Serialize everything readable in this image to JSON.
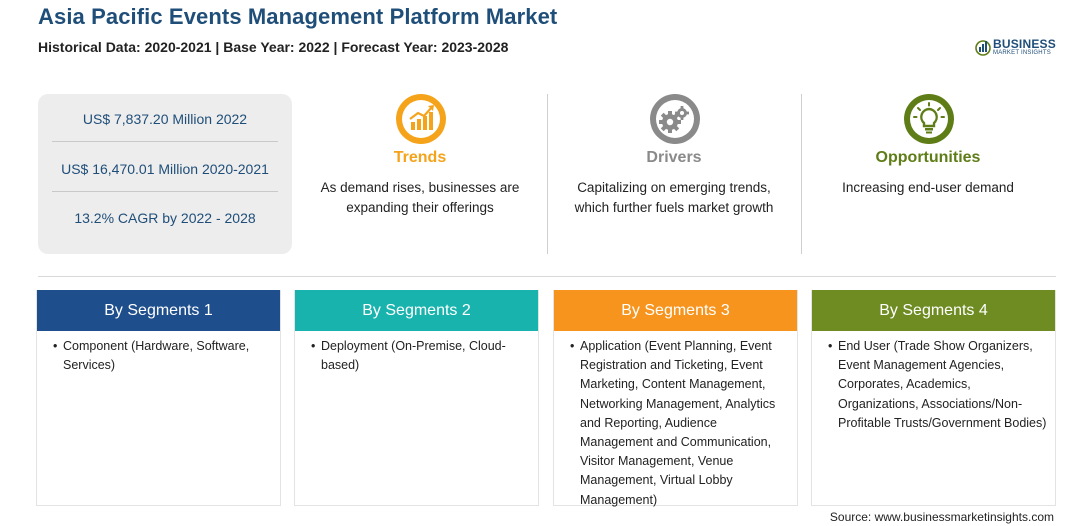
{
  "header": {
    "title": "Asia Pacific Events Management Platform Market",
    "subtitle": "Historical Data: 2020-2021 | Base Year: 2022 | Forecast Year: 2023-2028"
  },
  "logo": {
    "brand": "BUSINESS",
    "tagline": "MARKET INSIGHTS"
  },
  "stats": [
    "US$ 7,837.20 Million 2022",
    "US$ 16,470.01 Million 2020-2021",
    "13.2% CAGR by 2022 - 2028"
  ],
  "panels": [
    {
      "title": "Trends",
      "text": "As demand rises, businesses are expanding their offerings",
      "color": "#f5a31a",
      "icon": "trending-chart-icon"
    },
    {
      "title": "Drivers",
      "text": "Capitalizing on emerging trends, which further fuels market growth",
      "color": "#8a8a8a",
      "icon": "gears-icon"
    },
    {
      "title": "Opportunities",
      "text": "Increasing end-user demand",
      "color": "#5f7d16",
      "icon": "lightbulb-icon"
    }
  ],
  "segments": [
    {
      "title": "By Segments 1",
      "color": "#1f4e8c",
      "items": [
        "Component (Hardware, Software, Services)"
      ]
    },
    {
      "title": "By Segments 2",
      "color": "#19b3ad",
      "items": [
        "Deployment (On-Premise, Cloud-based)"
      ]
    },
    {
      "title": "By Segments 3",
      "color": "#f7941d",
      "items": [
        "Application (Event Planning, Event Registration and Ticketing, Event Marketing, Content Management, Networking Management, Analytics and Reporting, Audience Management and Communication, Visitor Management, Venue Management, Virtual Lobby Management)"
      ]
    },
    {
      "title": "By Segments 4",
      "color": "#6e8c22",
      "items": [
        "End User (Trade Show Organizers, Event Management Agencies, Corporates, Academics, Organizations, Associations/Non-Profitable Trusts/Government Bodies)"
      ]
    }
  ],
  "source": "Source: www.businessmarketinsights.com"
}
